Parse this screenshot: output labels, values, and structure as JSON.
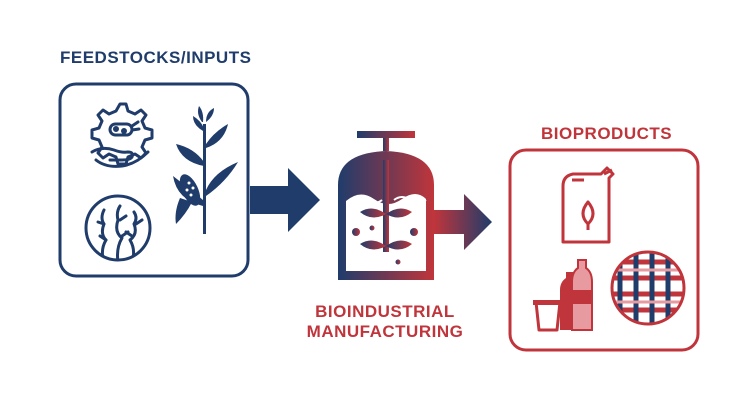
{
  "inputs": {
    "title": "FEEDSTOCKS/INPUTS"
  },
  "manufacturing": {
    "line1": "BIOINDUSTRIAL",
    "line2": "MANUFACTURING"
  },
  "products": {
    "title": "BIOPRODUCTS"
  },
  "colors": {
    "navy": "#1f3c6b",
    "red": "#c0353b",
    "light_red": "#e79aa0"
  },
  "icons": [
    "microbe-gear-hand-icon",
    "corn-plant-icon",
    "seaweed-circle-icon",
    "bioreactor-icon",
    "jerry-can-leaf-icon",
    "cup-and-bottles-icon",
    "woven-fabric-icon",
    "arrow-right-icon"
  ]
}
